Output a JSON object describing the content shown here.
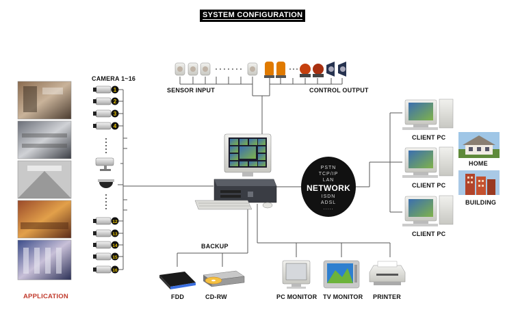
{
  "title": "SYSTEM CONFIGURATION",
  "labels": {
    "camera": "CAMERA 1~16",
    "sensor_input": "SENSOR INPUT",
    "control_output": "CONTROL OUTPUT",
    "application": "APPLICATION",
    "backup": "BACKUP",
    "fdd": "FDD",
    "cdrw": "CD-RW",
    "pc_monitor": "PC MONITOR",
    "tv_monitor": "TV MONITOR",
    "printer": "PRINTER",
    "client_pc": "CLIENT PC",
    "home": "HOME",
    "building": "BUILDING"
  },
  "network": {
    "lines_top": [
      "PSTN",
      "TCP/IP",
      "LAN"
    ],
    "main": "NETWORK",
    "lines_bottom": [
      "ISDN",
      "ADSL",
      "....."
    ]
  },
  "camera_numbers": [
    "1",
    "2",
    "3",
    "4",
    "12",
    "13",
    "14",
    "15",
    "16"
  ],
  "colors": {
    "title_bg": "#000000",
    "application_label": "#c0392b",
    "network_bg": "#111111",
    "badge_bg": "#e8c200"
  }
}
